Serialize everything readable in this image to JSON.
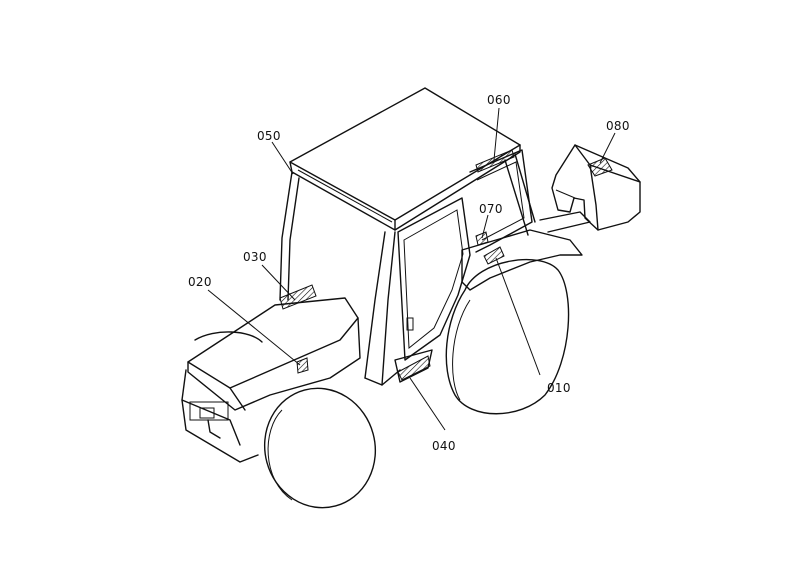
{
  "callouts": {
    "p010": "010",
    "p020": "020",
    "p030": "030",
    "p040": "040",
    "p050": "050",
    "p060": "060",
    "p070": "070",
    "p080": "080"
  }
}
